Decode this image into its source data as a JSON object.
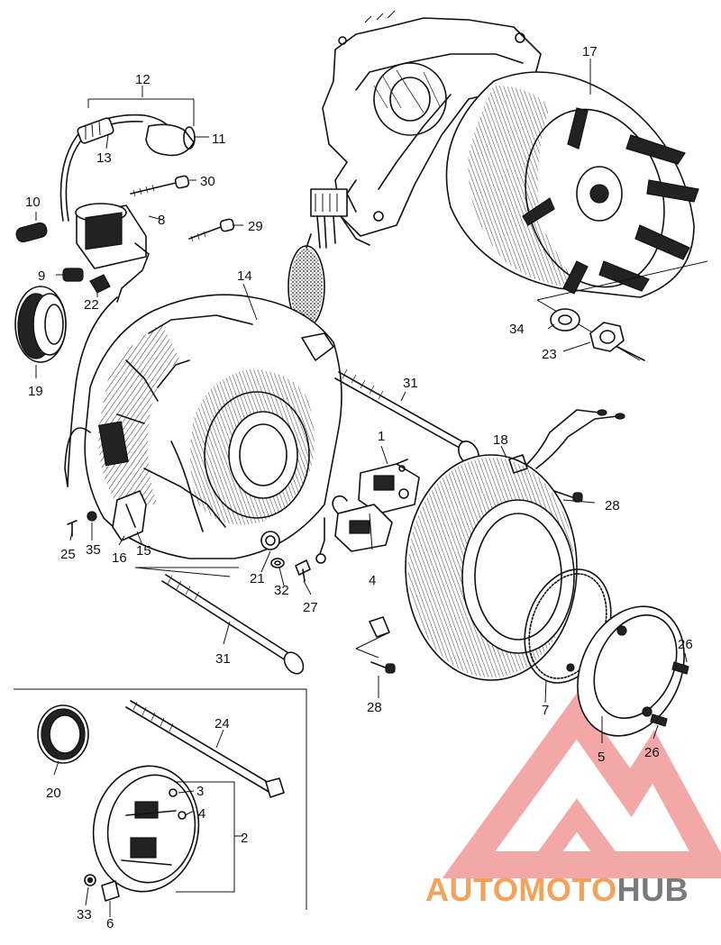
{
  "diagram": {
    "callouts": [
      "1",
      "2",
      "3",
      "4",
      "4",
      "5",
      "6",
      "7",
      "8",
      "9",
      "10",
      "11",
      "12",
      "13",
      "14",
      "15",
      "16",
      "17",
      "18",
      "19",
      "20",
      "21",
      "22",
      "23",
      "24",
      "25",
      "26",
      "26",
      "27",
      "28",
      "28",
      "29",
      "30",
      "31",
      "31",
      "32",
      "33",
      "34",
      "35"
    ]
  },
  "watermark": {
    "text_part1": "AUTOMOTO",
    "text_part2": "HUB",
    "colors": {
      "orange": "#f4a259",
      "red": "#e8555a",
      "gray": "#7a7a7a",
      "logo": "#f08a8a"
    }
  }
}
